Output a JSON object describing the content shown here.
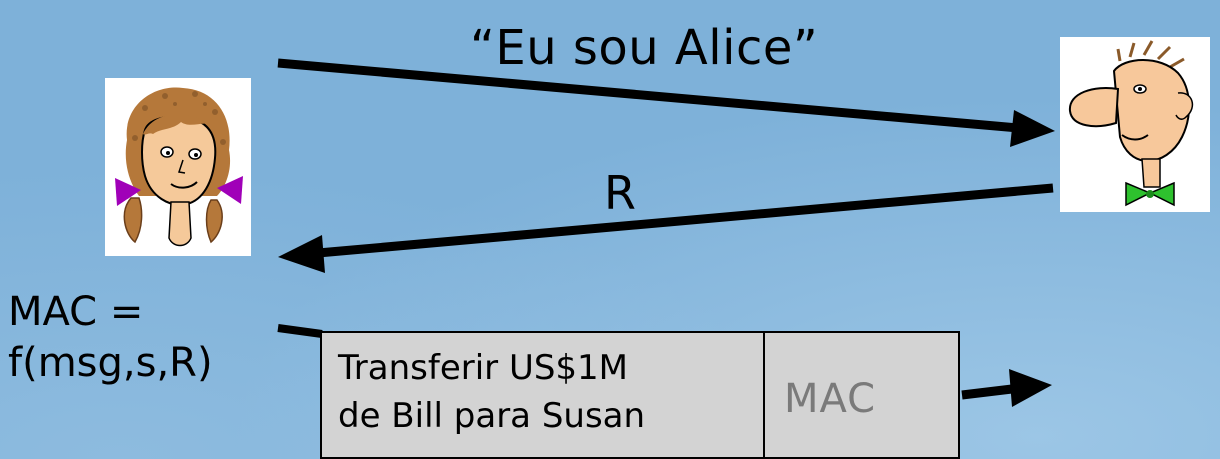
{
  "slide": {
    "message_to_bob": "“Eu sou Alice”",
    "nonce_reply": "R",
    "mac_line1": "MAC =",
    "mac_line2": "f(msg,s,R)"
  },
  "packet": {
    "line1": "Transferir US$1M",
    "line2": "de Bill para Susan",
    "mac_field": "MAC"
  },
  "colors": {
    "background": "#7eb1d9",
    "packet_fill": "#d3d3d3",
    "mac_text": "#7a7a7a",
    "arrow": "#000000"
  },
  "icons": {
    "alice": "alice-icon",
    "bob": "bob-icon"
  }
}
